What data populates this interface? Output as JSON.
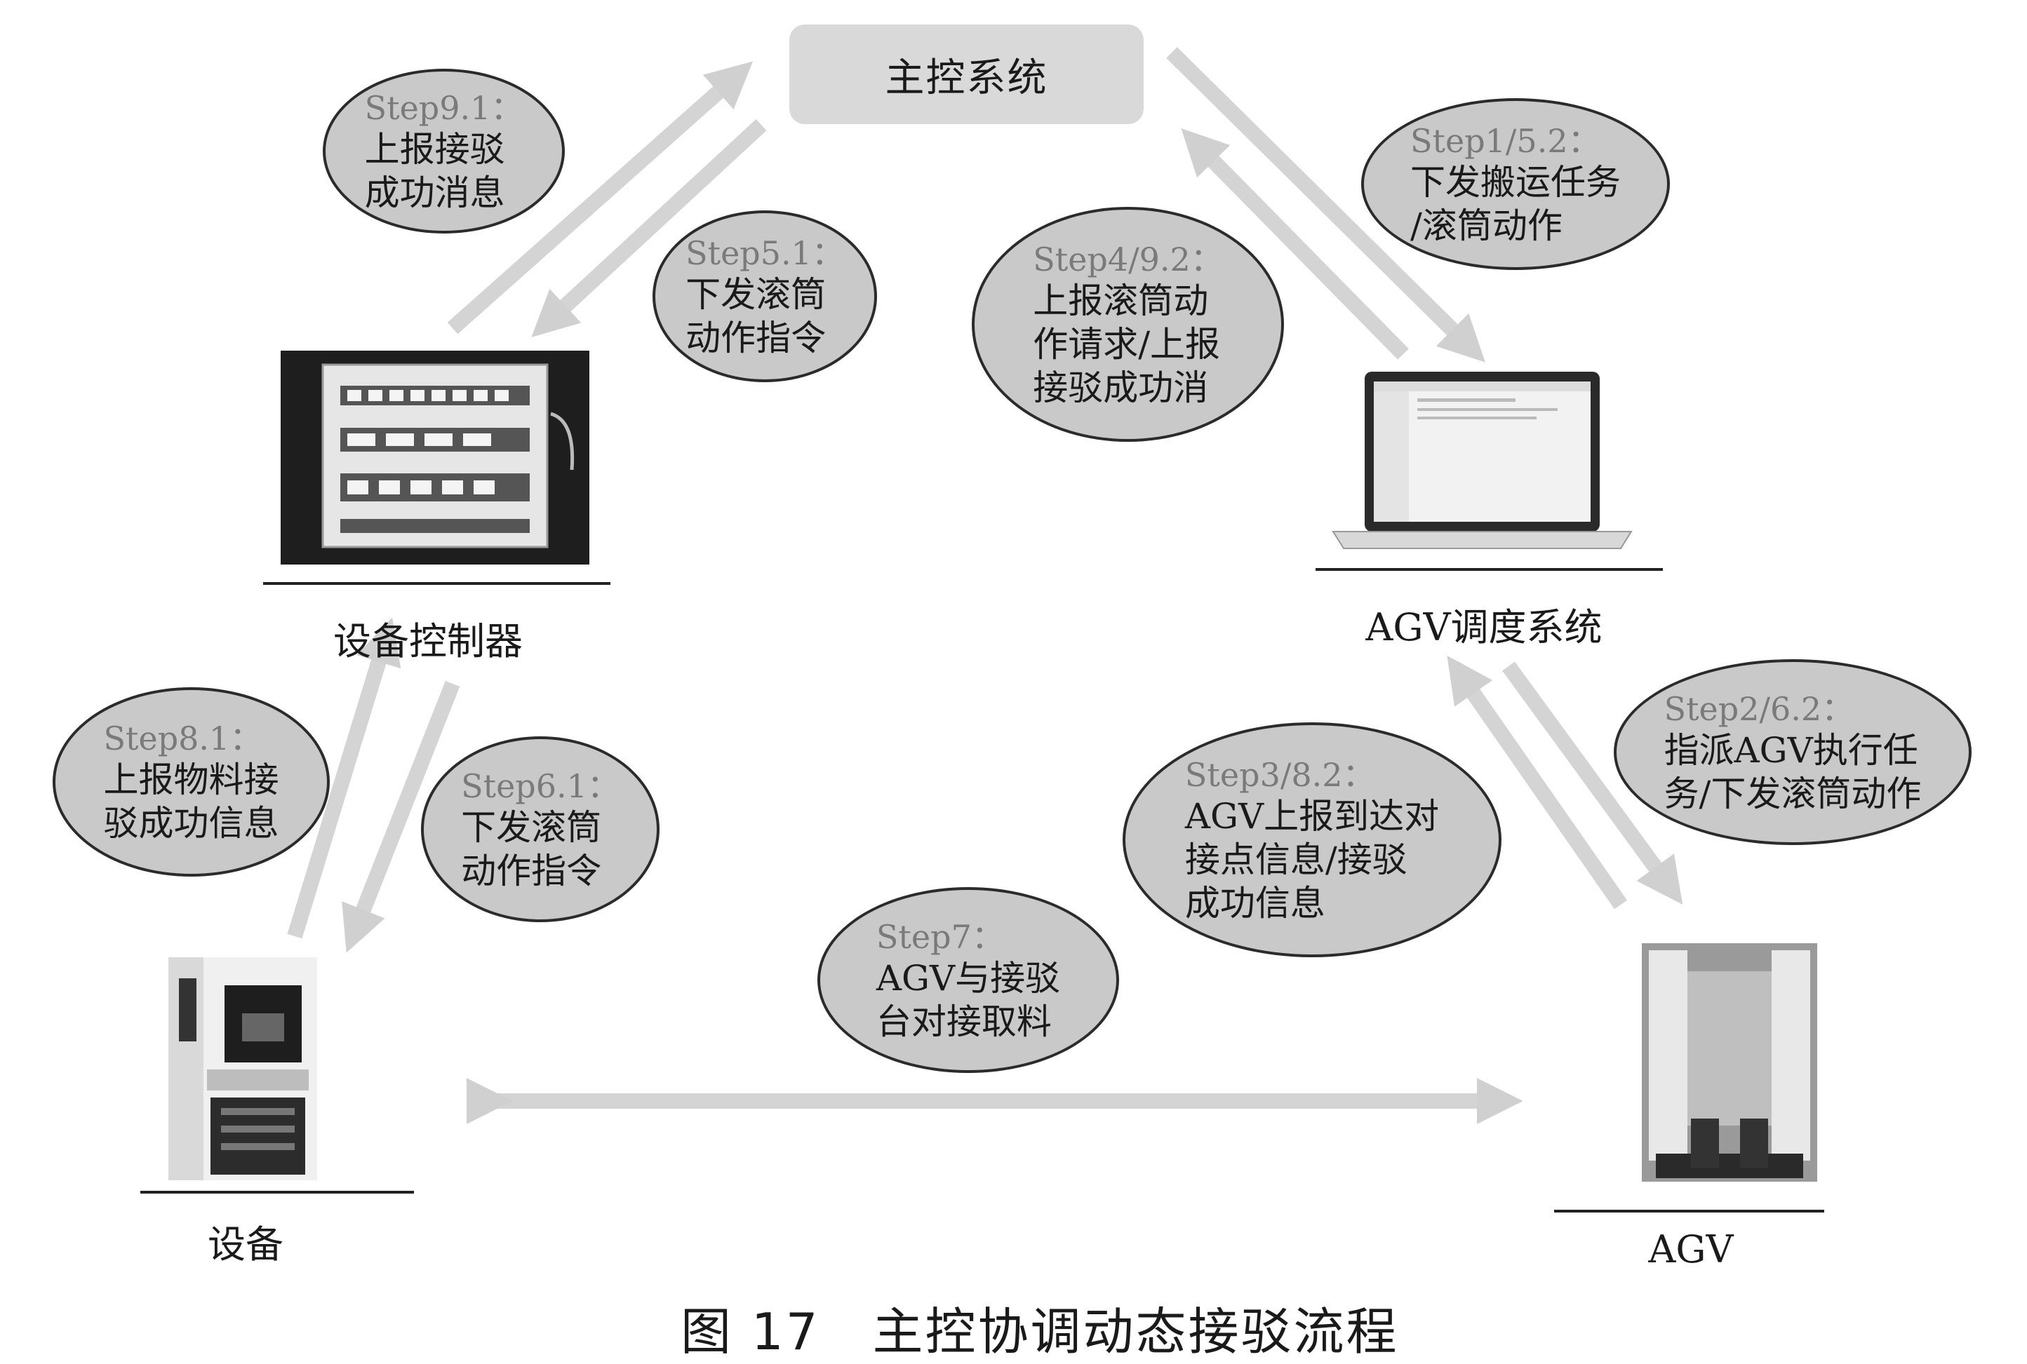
{
  "nodes": {
    "master": "主控系统",
    "controller": "设备控制器",
    "agv_system": "AGV调度系统",
    "equipment": "设备",
    "agv": "AGV"
  },
  "bubbles": [
    {
      "step": "Step9.1：",
      "lines": [
        "上报接驳",
        "成功消息"
      ]
    },
    {
      "step": "Step5.1：",
      "lines": [
        "下发滚筒",
        "动作指令"
      ]
    },
    {
      "step": "Step4/9.2：",
      "lines": [
        "上报滚筒动",
        "作请求/上报",
        "接驳成功消"
      ]
    },
    {
      "step": "Step1/5.2：",
      "lines": [
        "下发搬运任务",
        "/滚筒动作"
      ]
    },
    {
      "step": "Step8.1：",
      "lines": [
        "上报物料接",
        "驳成功信息"
      ]
    },
    {
      "step": "Step6.1：",
      "lines": [
        "下发滚筒",
        "动作指令"
      ]
    },
    {
      "step": "Step3/8.2：",
      "lines": [
        "AGV上报到达对",
        "接点信息/接驳",
        "成功信息"
      ]
    },
    {
      "step": "Step2/6.2：",
      "lines": [
        "指派AGV执行任",
        "务/下发滚筒动作"
      ]
    },
    {
      "step": "Step7：",
      "lines": [
        "AGV与接驳",
        "台对接取料"
      ]
    }
  ],
  "caption": "图 17　主控协调动态接驳流程",
  "colors": {
    "arrow": "#d4d4d4",
    "bubble": "#c9c9c9",
    "box": "#d9d9d9",
    "step_text": "#7a7a7a"
  }
}
